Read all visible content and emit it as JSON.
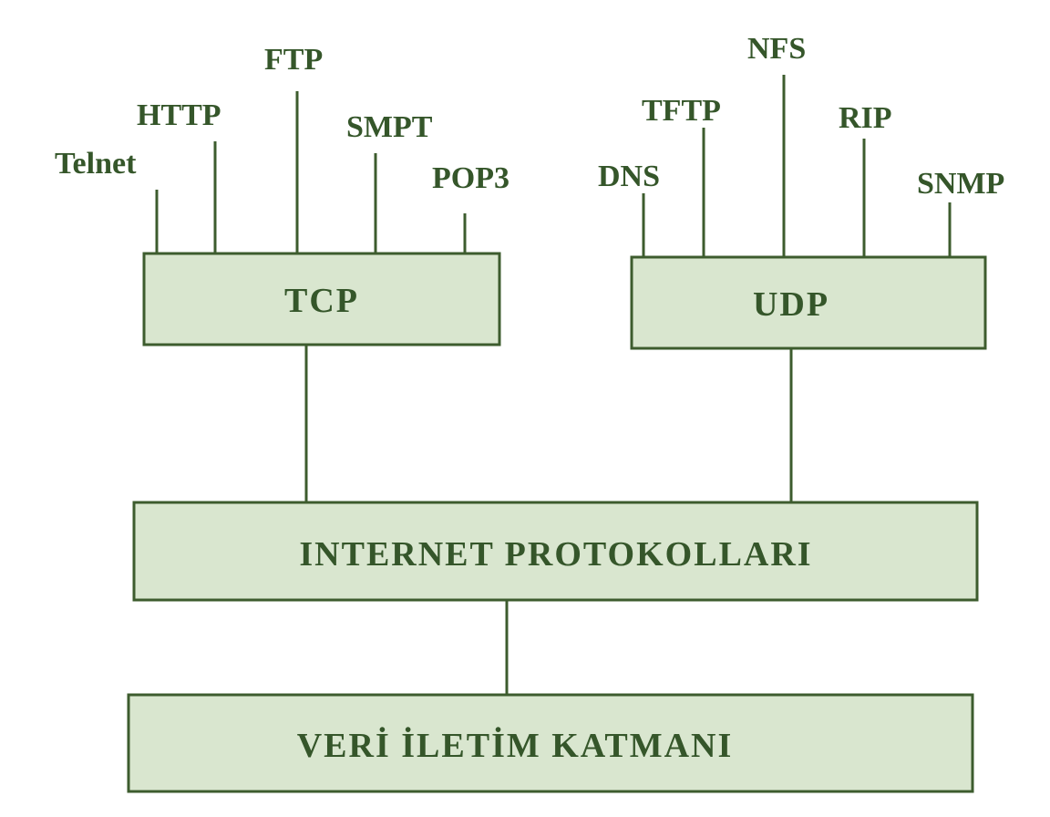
{
  "tcp_group": {
    "box_label": "TCP",
    "protocols": [
      "Telnet",
      "HTTP",
      "FTP",
      "SMPT",
      "POP3"
    ]
  },
  "udp_group": {
    "box_label": "UDP",
    "protocols": [
      "DNS",
      "TFTP",
      "NFS",
      "RIP",
      "SNMP"
    ]
  },
  "internet_layer": {
    "label": "INTERNET PROTOKOLLARI"
  },
  "data_link_layer": {
    "label": "VERİ İLETİM KATMANI"
  },
  "colors": {
    "box_fill": "#d9e6cf",
    "line": "#3d5c2e",
    "text": "#35562a"
  }
}
